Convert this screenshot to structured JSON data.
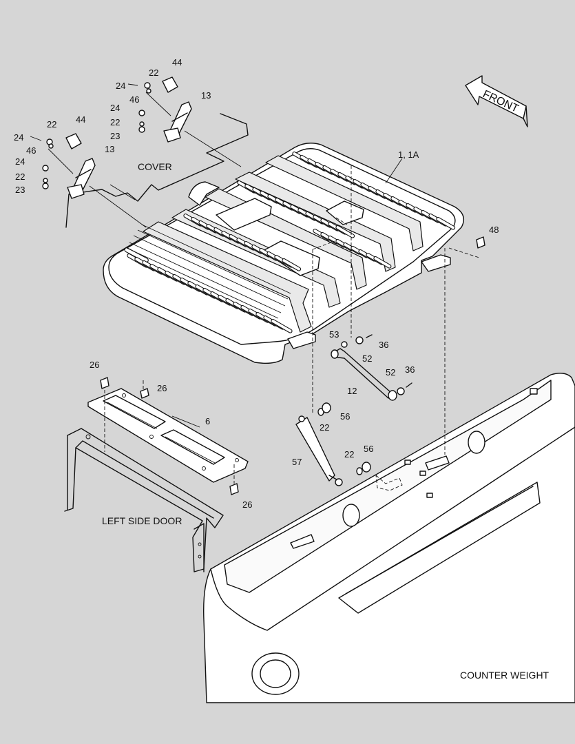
{
  "labels": {
    "cover": "COVER",
    "left_side_door": "LEFT SIDE DOOR",
    "counter_weight": "COUNTER WEIGHT",
    "front_arrow": "FRONT"
  },
  "callouts": {
    "c44a": "44",
    "c22a": "22",
    "c24a": "24",
    "c46a": "46",
    "c13a": "13",
    "c24b": "24",
    "c22b": "22",
    "c23a": "23",
    "c24c": "24",
    "c22c": "22",
    "c44b": "44",
    "c46b": "46",
    "c13b": "13",
    "c24d": "24",
    "c22d": "22",
    "c23b": "23",
    "c1_1a": "1, 1A",
    "c48": "48",
    "c53": "53",
    "c36a": "36",
    "c52a": "52",
    "c52b": "52",
    "c36b": "36",
    "c12": "12",
    "c26a": "26",
    "c26b": "26",
    "c26c": "26",
    "c6": "6",
    "c56a": "56",
    "c22e": "22",
    "c57": "57",
    "c22f": "22",
    "c56b": "56"
  }
}
